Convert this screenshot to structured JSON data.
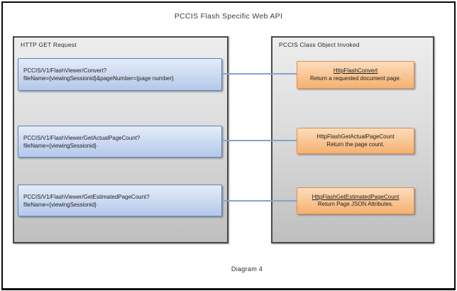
{
  "title": "PCCIS Flash Specific Web  API",
  "caption": "Diagram 4",
  "left_panel": {
    "header": "HTTP GET Request",
    "requests": [
      {
        "path": "PCCIS/V1/FlashViewer/Convert?",
        "query": "fileName={viewingSessionid}&pageNumber={page number}"
      },
      {
        "path": "PCCIS/V1/FlashViewer/GetActualPageCount?",
        "query": "fileName={viewingSessionid}"
      },
      {
        "path": "PCCIS/V1/FlashViewer/GetEstimatedPageCount?",
        "query": "fileName={viewingSessionid}"
      }
    ]
  },
  "right_panel": {
    "header": "PCCIS Class Object Invoked",
    "handlers": [
      {
        "name": "HttpFlashConvert",
        "description": "Return a requested document page."
      },
      {
        "name": "HttpFlashGetActualPageCount",
        "description": "Return the page count."
      },
      {
        "name": "HttpFlashGetEstimatedPageCount",
        "description": "Return Page JSON Attributes."
      }
    ]
  },
  "colors": {
    "request_box_fill_top": "#e4ecf9",
    "request_box_fill_bottom": "#b3c9e9",
    "request_box_border": "#5b84c2",
    "handler_box_fill_top": "#fcdcbb",
    "handler_box_fill_bottom": "#f5b172",
    "handler_box_border": "#e28e4e",
    "connector_line": "#87a2ce",
    "panel_fill_top": "#ededed",
    "panel_fill_bottom": "#bfbfbf",
    "panel_border": "#484848",
    "outer_border": "#0a0a0a"
  }
}
